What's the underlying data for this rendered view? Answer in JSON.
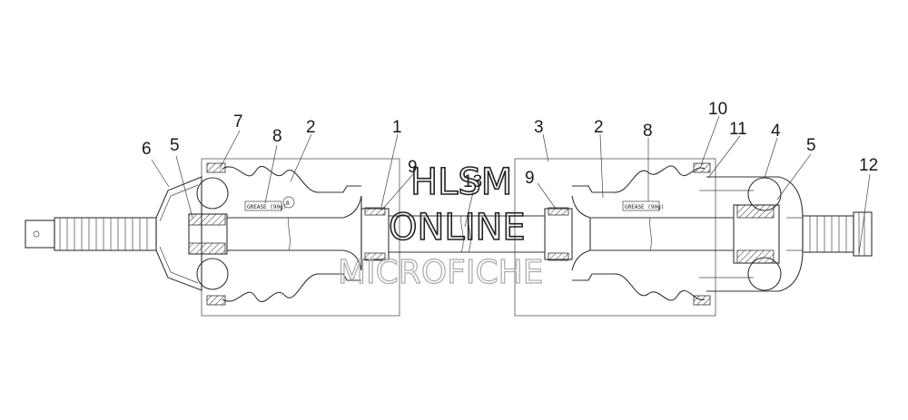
{
  "diagram": {
    "callouts": [
      "1",
      "2",
      "3",
      "4",
      "5",
      "6",
      "7",
      "8",
      "9",
      "10",
      "11",
      "12",
      "13"
    ],
    "boot_labels": {
      "left": "GREASE (90g)",
      "right": "GREASE (90g)"
    },
    "marking": "B"
  },
  "watermark": {
    "line1": "HLSM",
    "line2": "ONLINE",
    "line3": "MICROFICHE"
  }
}
